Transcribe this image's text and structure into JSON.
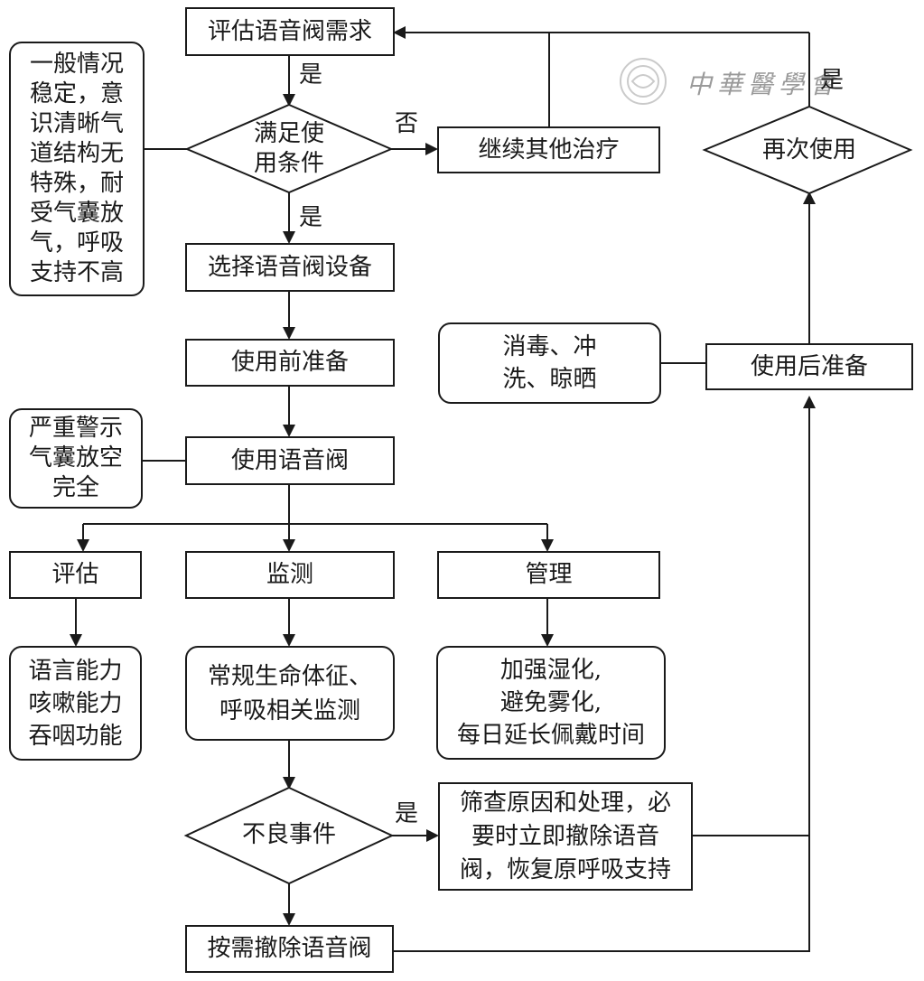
{
  "nodes": {
    "assess_need": "评估语音阀需求",
    "meet_conditions": "满足使\n用条件",
    "continue_other": "继续其他治疗",
    "select_device": "选择语音阀设备",
    "pre_use": "使用前准备",
    "use_valve": "使用语音阀",
    "evaluate": "评估",
    "monitor": "监测",
    "manage": "管理",
    "evaluate_items": "语言能力\n咳嗽能力\n吞咽功能",
    "monitor_items": "常规生命体征、\n呼吸相关监测",
    "manage_items": "加强湿化,\n避免雾化,\n每日延长佩戴时间",
    "adverse_event": "不良事件",
    "screen_cause": "筛查原因和处理，必\n要时立即撤除语音\n阀，恢复原呼吸支持",
    "remove_valve": "按需撤除语音阀",
    "post_use": "使用后准备",
    "clean": "消毒、冲\n洗、晾晒",
    "reuse": "再次使用"
  },
  "notes": {
    "conditions": "一般情况\n稳定，意\n识清晰气\n道结构无\n特殊，耐\n受气囊放\n气，呼吸\n支持不高",
    "warning": "严重警示\n气囊放空\n完全"
  },
  "edge_labels": {
    "yes_1": "是",
    "yes_2": "是",
    "no": "否",
    "yes_adverse": "是",
    "yes_reuse": "是"
  },
  "watermark": {
    "text": "中華醫學會"
  }
}
